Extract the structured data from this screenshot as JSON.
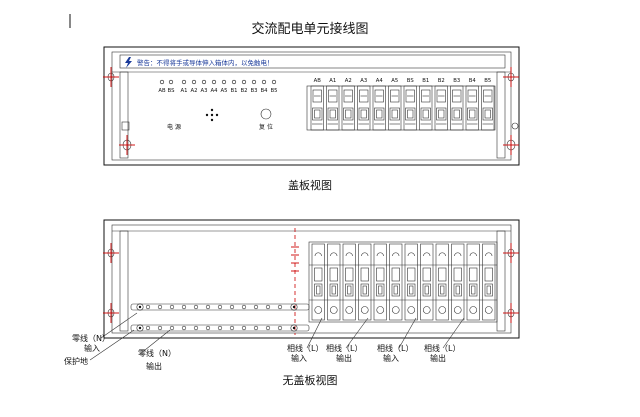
{
  "title": "交流配电单元接线图",
  "warning": "警告：不得将手或导体伸入箱体内，以免触电！",
  "top_view": {
    "caption": "盖板视图",
    "indicator_labels": [
      "AB",
      "BS",
      "A1",
      "A2",
      "A3",
      "A4",
      "A5",
      "B1",
      "B2",
      "B3",
      "B4",
      "B5"
    ],
    "power_label": "电 源",
    "button_label": "复 位",
    "breaker_labels": [
      "AB",
      "A1",
      "A2",
      "A3",
      "A4",
      "A5",
      "BS",
      "B1",
      "B2",
      "B3",
      "B4",
      "B5"
    ]
  },
  "bottom_view": {
    "caption": "无盖板视图",
    "left_labels": {
      "neutral_in": "零线（N）",
      "input": "输入",
      "protective_earth": "保护地",
      "neutral_out": "零线（N）",
      "output": "输出"
    },
    "phase_labels": [
      {
        "phase": "相线（L）",
        "dir": "输入"
      },
      {
        "phase": "相线（L）",
        "dir": "输出"
      },
      {
        "phase": "相线（L）",
        "dir": "输入"
      },
      {
        "phase": "相线（L）",
        "dir": "输出"
      }
    ]
  }
}
